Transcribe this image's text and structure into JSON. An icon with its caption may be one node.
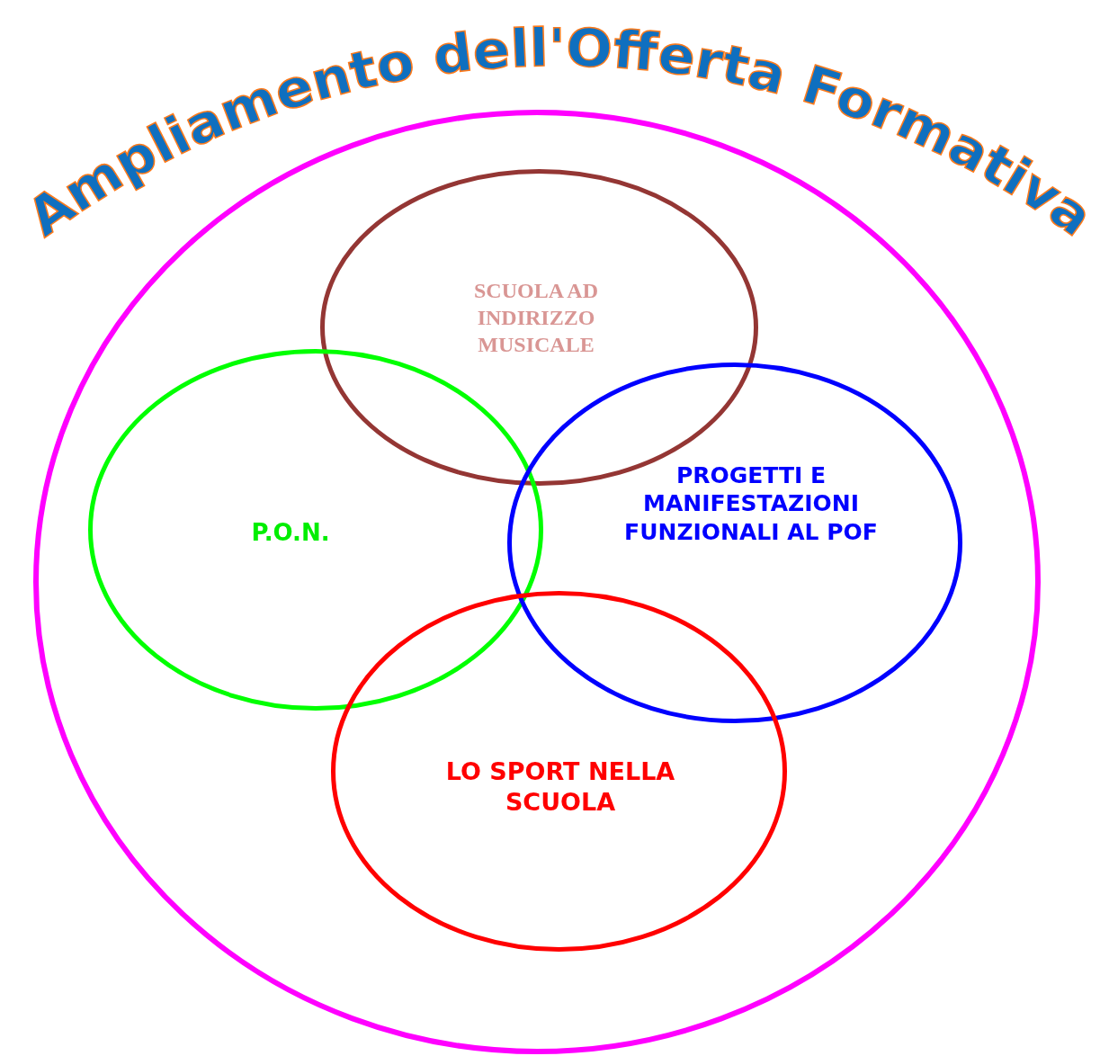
{
  "diagram": {
    "title": "Ampliamento dell'Offerta Formativa",
    "nodes": [
      {
        "text": [],
        "shape": "circle"
      },
      {
        "text": [
          "SCUOLA AD INDIRIZZO MUSICALE"
        ],
        "in": 0
      },
      {
        "text": [
          "P.O.N."
        ],
        "in": 0
      },
      {
        "text": [
          "PROGETTI E MANIFESTAZIONI FUNZIONALI AL POF"
        ],
        "in": 0
      },
      {
        "text": [
          "LO SPORT NELLA SCUOLA"
        ],
        "in": 0
      }
    ]
  }
}
